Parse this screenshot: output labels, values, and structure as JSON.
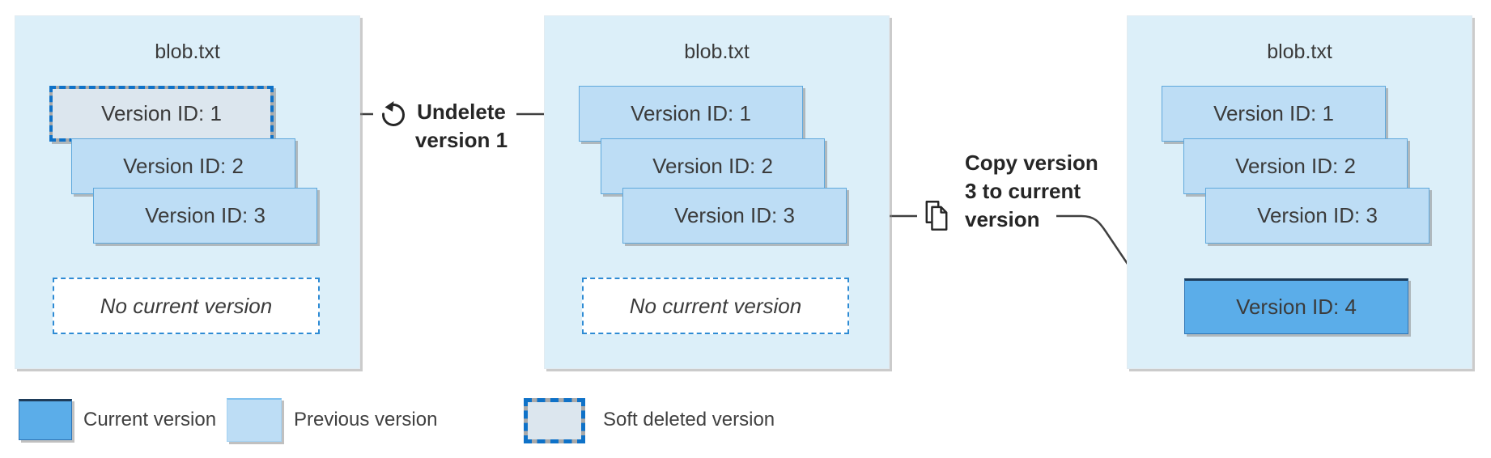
{
  "diagram": {
    "panels": [
      {
        "title": "blob.txt",
        "versions": [
          {
            "label": "Version ID: 1",
            "state": "soft-deleted"
          },
          {
            "label": "Version ID: 2",
            "state": "previous"
          },
          {
            "label": "Version ID: 3",
            "state": "previous"
          }
        ],
        "current_slot": "No current version"
      },
      {
        "title": "blob.txt",
        "versions": [
          {
            "label": "Version ID: 1",
            "state": "previous"
          },
          {
            "label": "Version ID: 2",
            "state": "previous"
          },
          {
            "label": "Version ID: 3",
            "state": "previous"
          }
        ],
        "current_slot": "No current version"
      },
      {
        "title": "blob.txt",
        "versions": [
          {
            "label": "Version ID: 1",
            "state": "previous"
          },
          {
            "label": "Version ID: 2",
            "state": "previous"
          },
          {
            "label": "Version ID: 3",
            "state": "previous"
          }
        ],
        "current_version": {
          "label": "Version ID: 4",
          "state": "current"
        }
      }
    ],
    "annotations": [
      {
        "icon": "undo-icon",
        "lines": [
          "Undelete",
          "version 1"
        ]
      },
      {
        "icon": "copy-icon",
        "lines": [
          "Copy version",
          "3 to current",
          "version"
        ]
      }
    ],
    "legend": [
      {
        "label": "Current version",
        "swatch": "current"
      },
      {
        "label": "Previous version",
        "swatch": "previous"
      },
      {
        "label": "Soft deleted version",
        "swatch": "soft-deleted"
      }
    ]
  },
  "colors": {
    "current_version": "#5BADE9",
    "previous_version": "#BDDDF5",
    "soft_deleted_fill": "#DCE6EE",
    "soft_deleted_dash": "#0F72C8",
    "soft_deleted_gap": "#A9A9A9",
    "panel_bg": "#DCEFF9",
    "no_current_border": "#2E8BD4",
    "connector": "#404040",
    "text": "#3B3B3B",
    "annotation_text": "#262626"
  }
}
